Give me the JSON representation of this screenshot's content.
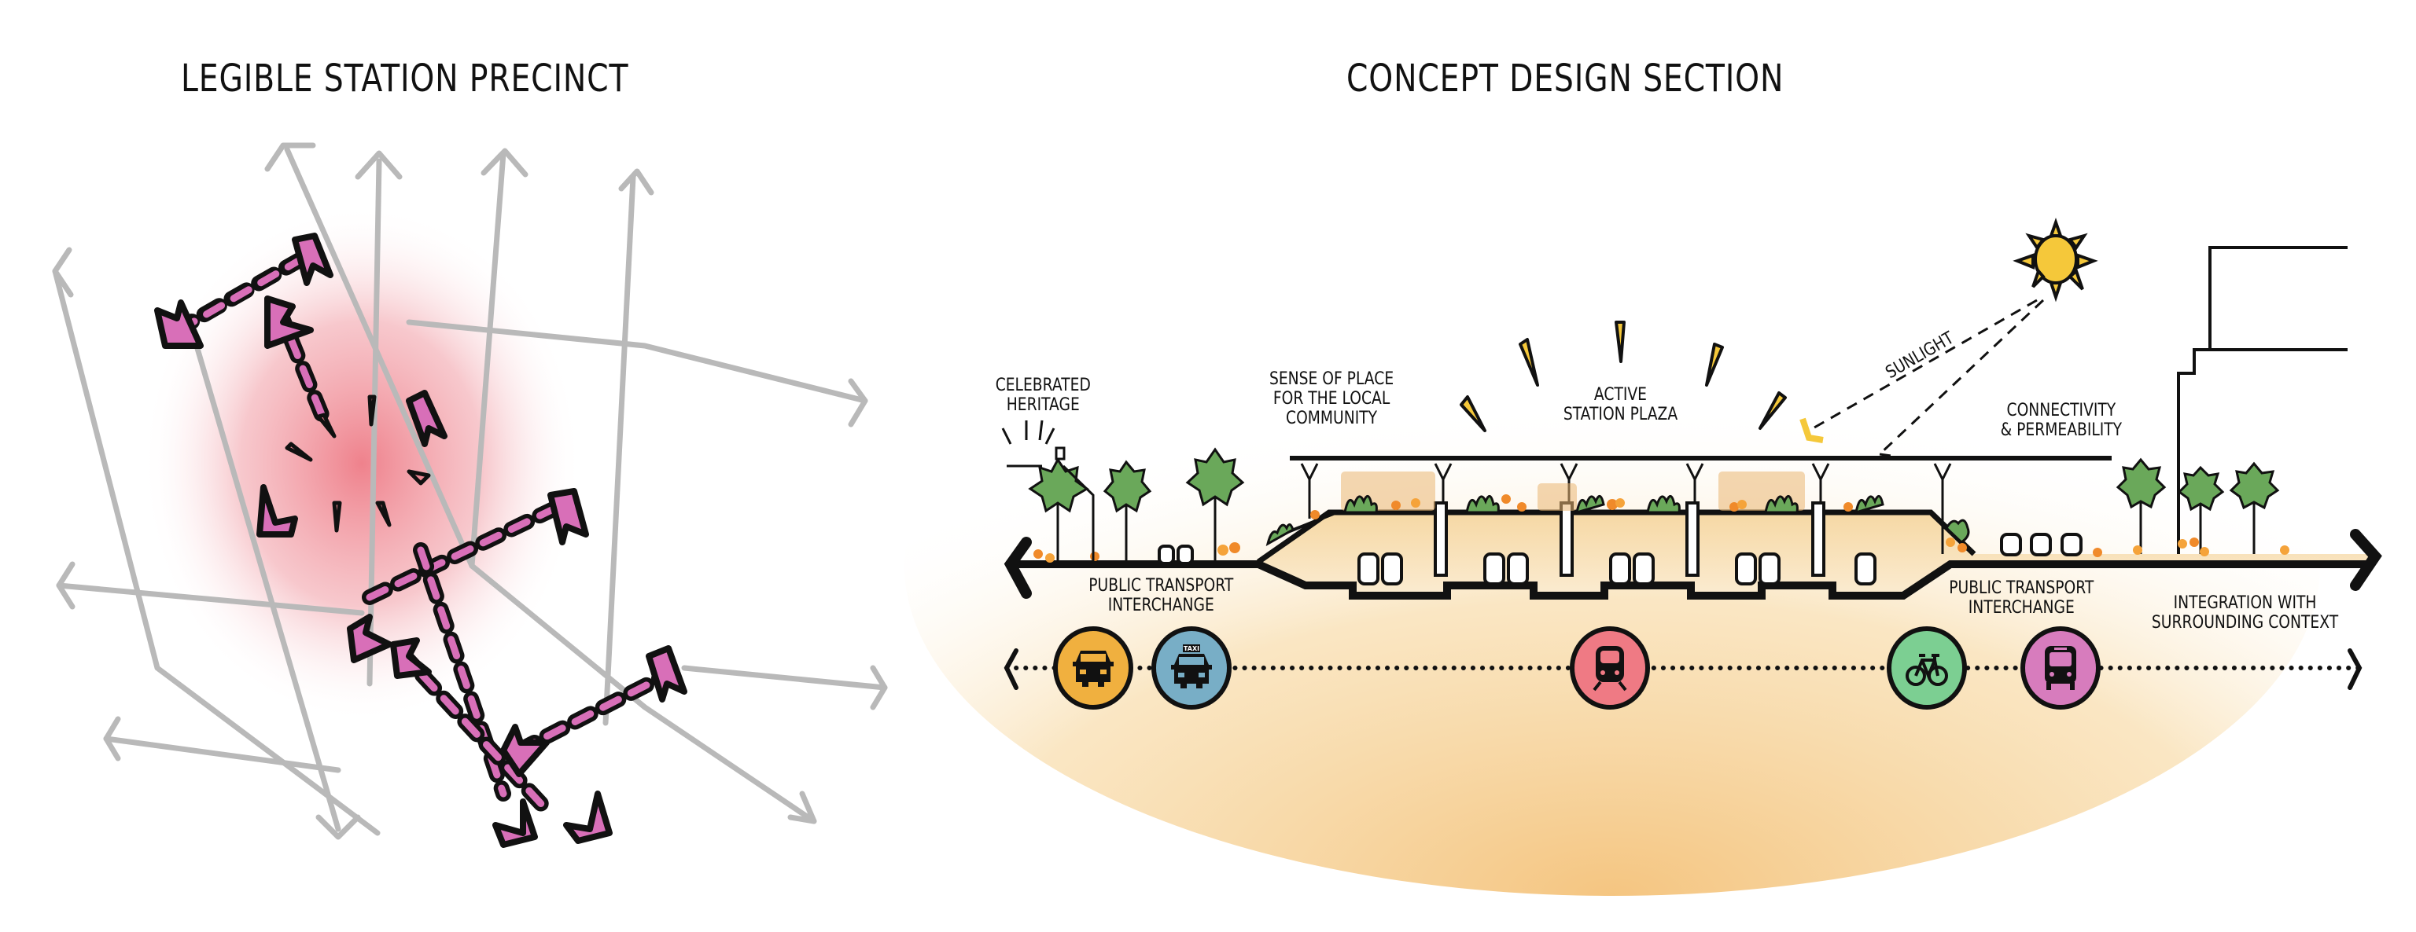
{
  "left_panel": {
    "title": "LEGIBLE STATION PRECINCT",
    "accent_color": "#d86fb8",
    "glow_color": "#ee7b86",
    "street_color": "#b8b8b8"
  },
  "right_panel": {
    "title": "CONCEPT DESIGN SECTION",
    "labels": {
      "heritage": [
        "CELEBRATED",
        "HERITAGE"
      ],
      "sense_of_place": [
        "SENSE OF PLACE",
        "FOR THE LOCAL",
        "COMMUNITY"
      ],
      "plaza": [
        "ACTIVE",
        "STATION PLAZA"
      ],
      "sunlight": "SUNLIGHT",
      "connectivity": [
        "CONNECTIVITY",
        "& PERMEABILITY"
      ],
      "interchange_left": [
        "PUBLIC TRANSPORT",
        "INTERCHANGE"
      ],
      "interchange_right": [
        "PUBLIC TRANSPORT",
        "INTERCHANGE"
      ],
      "integration": [
        "INTEGRATION WITH",
        "SURROUNDING CONTEXT"
      ]
    },
    "transport_modes": [
      {
        "name": "car",
        "icon": "car-icon",
        "color": "#f0b03f"
      },
      {
        "name": "taxi",
        "icon": "taxi-icon",
        "color": "#78aec6",
        "badge": "TAXI"
      },
      {
        "name": "train",
        "icon": "train-icon",
        "color": "#ef7a84"
      },
      {
        "name": "bicycle",
        "icon": "bicycle-icon",
        "color": "#7ccf92"
      },
      {
        "name": "bus",
        "icon": "bus-icon",
        "color": "#d77cbd"
      }
    ],
    "colors": {
      "sun": "#f5c83a",
      "tree": "#6aa85a",
      "flower_orange": "#f08a2a",
      "sky_glow": "#f6cf8e"
    }
  }
}
